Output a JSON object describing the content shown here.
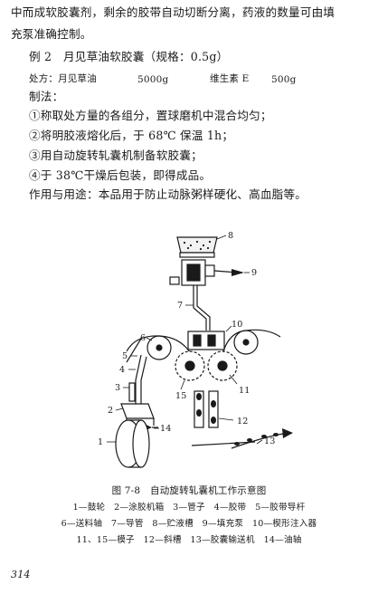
{
  "body": {
    "line1": "中而成软胶囊剂，剩余的胶带自动切断分离，药液的数量可由填",
    "line2": "充泵准确控制。",
    "example_title": "例 2　月见草油软胶囊（规格：0.5g）",
    "formula_label": "处方：月见草油",
    "formula_qty1": "5000g",
    "formula_item2": "维生素 E",
    "formula_qty2": "500g",
    "method_label": "制法：",
    "steps": [
      "①称取处方量的各组分，置球磨机中混合均匀；",
      "②将明胶液熔化后，于 68℃ 保温 1h；",
      "③用自动旋转轧囊机制备软胶囊；",
      "④于 38℃干燥后包装，即得成品。"
    ],
    "usage": "作用与用途：本品用于防止动脉粥样硬化、高血脂等。"
  },
  "figure": {
    "callouts": [
      "1",
      "2",
      "3",
      "4",
      "5",
      "6",
      "7",
      "8",
      "9",
      "10",
      "11",
      "12",
      "13",
      "14",
      "15"
    ],
    "caption": "图 7-8　自动旋转轧囊机工作示意图",
    "legend": [
      "1—鼓轮　2—涂胶机箱　3—管子　4—胶带　5—胶带导杆",
      "6—送料轴　7—导管　8—贮液槽　9—填充泵　10—楔形注入器",
      "11、15—模子　12—斜槽　13—胶囊输送机　14—油轴"
    ]
  },
  "page_number": "314"
}
